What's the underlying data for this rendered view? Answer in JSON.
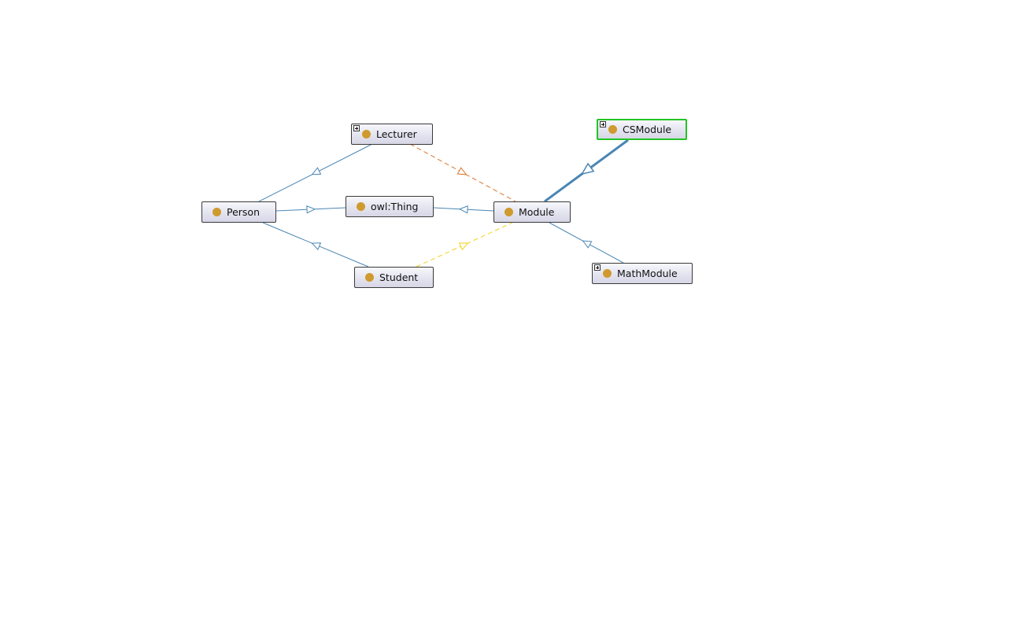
{
  "graph": {
    "nodes": [
      {
        "id": "lecturer",
        "label": "Lecturer",
        "icon": "class-circle-icon",
        "expandable": true,
        "selected": false
      },
      {
        "id": "csmodule",
        "label": "CSModule",
        "icon": "class-circle-icon",
        "expandable": true,
        "selected": true
      },
      {
        "id": "person",
        "label": "Person",
        "icon": "class-circle-icon",
        "expandable": false,
        "selected": false
      },
      {
        "id": "thing",
        "label": "owl:Thing",
        "icon": "class-circle-icon",
        "expandable": false,
        "selected": false
      },
      {
        "id": "module",
        "label": "Module",
        "icon": "class-circle-icon",
        "expandable": false,
        "selected": false
      },
      {
        "id": "student",
        "label": "Student",
        "icon": "class-circle-icon",
        "expandable": false,
        "selected": false
      },
      {
        "id": "mathmodule",
        "label": "MathModule",
        "icon": "class-circle-icon",
        "expandable": true,
        "selected": false
      }
    ],
    "edges": [
      {
        "from": "person",
        "to": "lecturer",
        "style": "solid",
        "color": "#4a86b4",
        "emphasized": false
      },
      {
        "from": "thing",
        "to": "person",
        "style": "solid",
        "color": "#4a86b4",
        "emphasized": false
      },
      {
        "from": "person",
        "to": "student",
        "style": "solid",
        "color": "#4a86b4",
        "emphasized": false
      },
      {
        "from": "thing",
        "to": "module",
        "style": "solid",
        "color": "#4a86b4",
        "emphasized": false
      },
      {
        "from": "module",
        "to": "csmodule",
        "style": "solid",
        "color": "#4a86b4",
        "emphasized": true
      },
      {
        "from": "module",
        "to": "mathmodule",
        "style": "solid",
        "color": "#4a86b4",
        "emphasized": false
      },
      {
        "from": "lecturer",
        "to": "module",
        "style": "dashed",
        "color": "#d9752a",
        "emphasized": false
      },
      {
        "from": "student",
        "to": "module",
        "style": "dashed",
        "color": "#f2d21e",
        "emphasized": false
      }
    ],
    "selection_color": "#23c423",
    "node_icon_color": "#cf9a2e"
  }
}
